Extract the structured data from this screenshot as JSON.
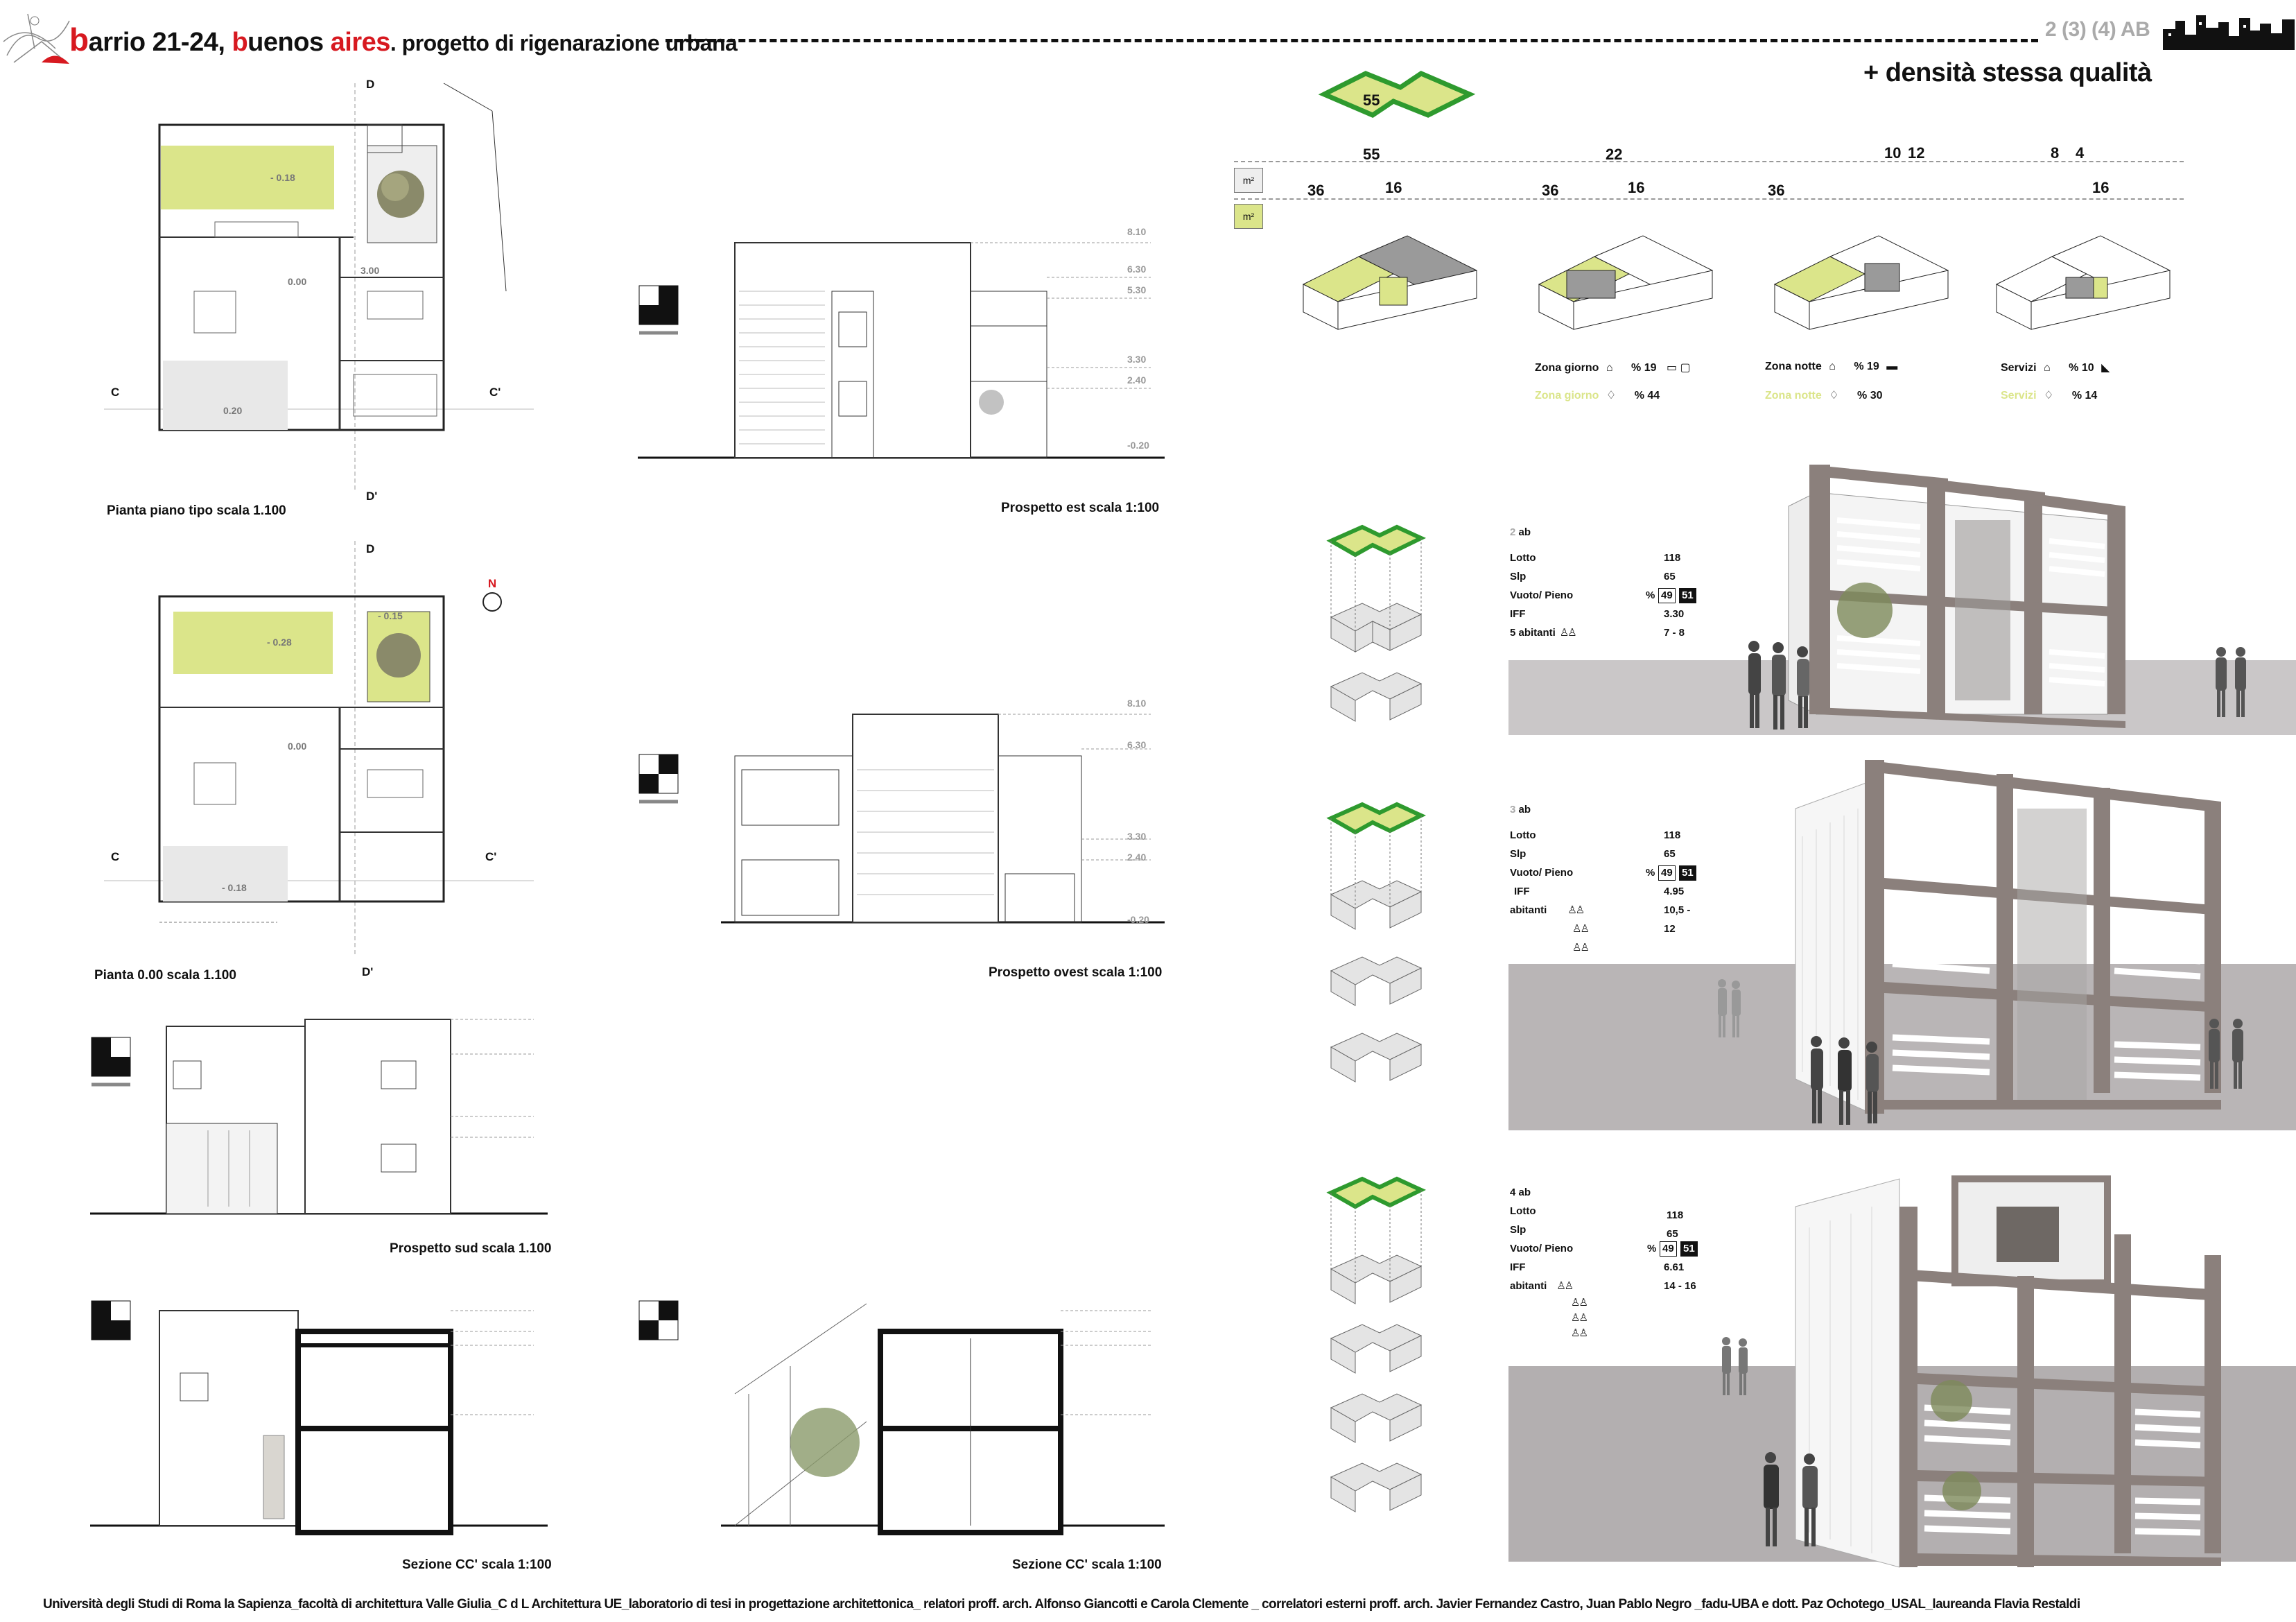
{
  "header": {
    "title_b": "b",
    "title_rest1": "arrio 21-24, ",
    "title_b2": "b",
    "title_rest2": "uenos ",
    "title_aires": "aires",
    "title_rest3": ". progetto di rigenarazione urbana",
    "tabs": "2 (3) (4) AB",
    "tagline": "+ densità stessa qualità"
  },
  "colors": {
    "accent_red": "#d71920",
    "lime": "#dbe58a",
    "green": "#2e9a2e",
    "ground": "#b9b5b6",
    "building": "#8b807c"
  },
  "captions": {
    "plan1": "Pianta piano tipo scala 1.100",
    "plan2": "Pianta 0.00 scala 1.100",
    "elev_est": "Prospetto est  scala 1:100",
    "elev_ovest": "Prospetto ovest  scala 1:100",
    "elev_sud": "Prospetto sud scala 1.100",
    "sec1": "Sezione CC' scala 1:100",
    "sec2": "Sezione CC' scala 1:100"
  },
  "plan_labels": {
    "D": "D",
    "Dp": "D'",
    "C": "C",
    "Cp": "C'",
    "north": "N"
  },
  "plan_levels": {
    "l1": "- 0.18",
    "l2": "0.00",
    "l3": "3.00",
    "l4": "0.20",
    "l5": "- 0.28",
    "l6": "- 0.15",
    "l7": "0.00",
    "l8": "- 0.18"
  },
  "elev_levels": [
    "8.10",
    "6.30",
    "5.30",
    "3.30",
    "2.40",
    "-0.20"
  ],
  "density": {
    "badge": "55",
    "m2": "m²",
    "nums": {
      "n55": "55",
      "n36a": "36",
      "n16a": "16",
      "n22": "22",
      "n36b": "36",
      "n16b": "16",
      "n10": "10",
      "n12": "12",
      "n36c": "36",
      "n8": "8",
      "n4": "4",
      "n16c": "16"
    },
    "legend": [
      {
        "label": "Zona giorno",
        "pct": "% 19",
        "label2": "Zona giorno",
        "pct2": "% 44"
      },
      {
        "label": "Zona notte",
        "pct": "% 19",
        "label2": "Zona notte",
        "pct2": "% 30"
      },
      {
        "label": "Servizi",
        "pct": "% 10",
        "label2": "Servizi",
        "pct2": "% 14"
      }
    ]
  },
  "variants": [
    {
      "title_n": "2",
      "title": " ab",
      "lotto": "Lotto",
      "lotto_v": "118",
      "slp": "Slp",
      "slp_v": "65",
      "vp": "Vuoto/ Pieno",
      "vp_pct": "%",
      "vp_a": "49",
      "vp_b": "51",
      "iff": "IFF",
      "iff_v": "3.30",
      "ab": "5 abitanti",
      "ab_v": "7 - 8"
    },
    {
      "title_n": "3",
      "title": " ab",
      "lotto": "Lotto",
      "lotto_v": "118",
      "slp": "Slp",
      "slp_v": "65",
      "vp": "Vuoto/ Pieno",
      "vp_pct": "%",
      "vp_a": "49",
      "vp_b": "51",
      "iff": "IFF",
      "iff_v": "4.95",
      "ab": "abitanti",
      "ab_v": "10,5 - 12"
    },
    {
      "title_n": "4",
      "title": " ab",
      "lotto": "Lotto",
      "lotto_v": "118",
      "slp": "Slp",
      "slp_v": "65",
      "vp": "Vuoto/ Pieno",
      "vp_pct": "%",
      "vp_a": "49",
      "vp_b": "51",
      "iff": "IFF",
      "iff_v": "6.61",
      "ab": "abitanti",
      "ab_v": "14 - 16"
    }
  ],
  "footer": "Università  degli Studi di Roma la Sapienza_facoltà di architettura Valle Giulia_C d L  Architettura UE_laboratorio di tesi in progettazione architettonica_ relatori proff. arch. Alfonso Giancotti e Carola Clemente _ correlatori esterni proff. arch. Javier Fernandez Castro,  Juan Pablo Negro  _fadu-UBA e dott. Paz Ochotego_USAL_laureanda Flavia Restaldi"
}
